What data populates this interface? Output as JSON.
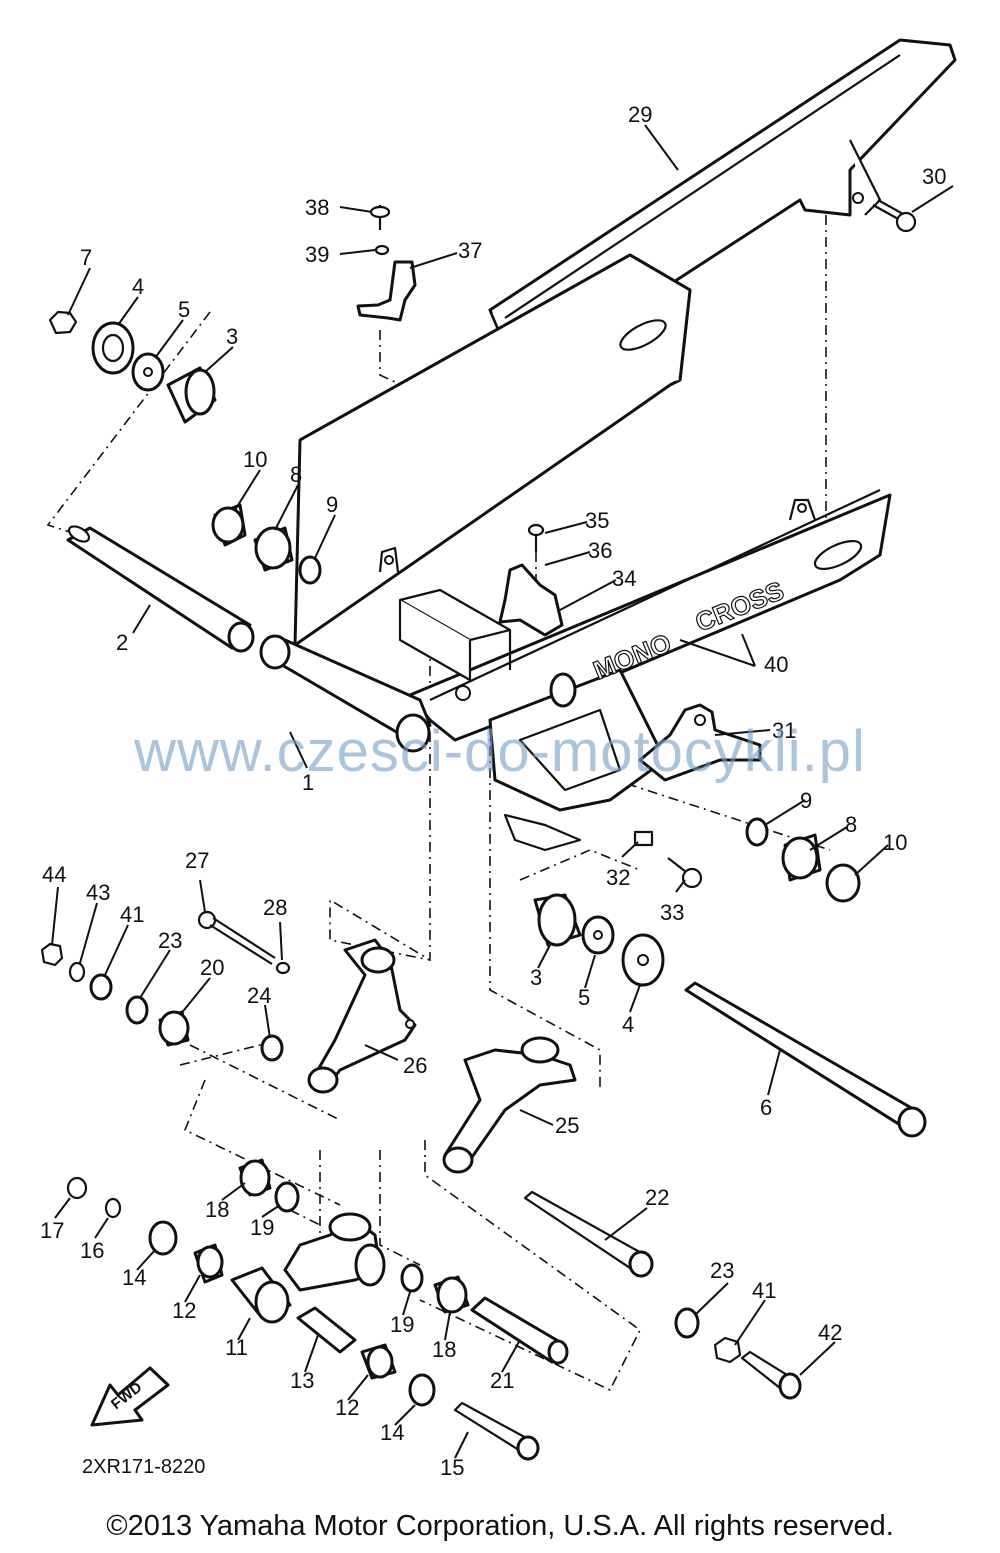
{
  "watermark": "www.czesci-do-motocykli.pl",
  "drawing_code": "2XR171-8220",
  "copyright": "©2013 Yamaha Motor Corporation, U.S.A. All rights reserved.",
  "swingarm_text": {
    "word1": "MONO",
    "word2": "CROSS"
  },
  "fwd_text": "FWD",
  "callouts": [
    {
      "id": "c29",
      "text": "29"
    },
    {
      "id": "c30",
      "text": "30"
    },
    {
      "id": "c38",
      "text": "38"
    },
    {
      "id": "c39",
      "text": "39"
    },
    {
      "id": "c37",
      "text": "37"
    },
    {
      "id": "c7",
      "text": "7"
    },
    {
      "id": "c4a",
      "text": "4"
    },
    {
      "id": "c5a",
      "text": "5"
    },
    {
      "id": "c3a",
      "text": "3"
    },
    {
      "id": "c10a",
      "text": "10"
    },
    {
      "id": "c8a",
      "text": "8"
    },
    {
      "id": "c9a",
      "text": "9"
    },
    {
      "id": "c35",
      "text": "35"
    },
    {
      "id": "c36",
      "text": "36"
    },
    {
      "id": "c34",
      "text": "34"
    },
    {
      "id": "c2",
      "text": "2"
    },
    {
      "id": "c40",
      "text": "40"
    },
    {
      "id": "c31",
      "text": "31"
    },
    {
      "id": "c1",
      "text": "1"
    },
    {
      "id": "c9b",
      "text": "9"
    },
    {
      "id": "c8b",
      "text": "8"
    },
    {
      "id": "c10b",
      "text": "10"
    },
    {
      "id": "c32",
      "text": "32"
    },
    {
      "id": "c33",
      "text": "33"
    },
    {
      "id": "c44",
      "text": "44"
    },
    {
      "id": "c43",
      "text": "43"
    },
    {
      "id": "c41a",
      "text": "41"
    },
    {
      "id": "c27",
      "text": "27"
    },
    {
      "id": "c28",
      "text": "28"
    },
    {
      "id": "c23a",
      "text": "23"
    },
    {
      "id": "c20",
      "text": "20"
    },
    {
      "id": "c24",
      "text": "24"
    },
    {
      "id": "c26",
      "text": "26"
    },
    {
      "id": "c3b",
      "text": "3"
    },
    {
      "id": "c5b",
      "text": "5"
    },
    {
      "id": "c4b",
      "text": "4"
    },
    {
      "id": "c6",
      "text": "6"
    },
    {
      "id": "c25",
      "text": "25"
    },
    {
      "id": "c17",
      "text": "17"
    },
    {
      "id": "c16",
      "text": "16"
    },
    {
      "id": "c18a",
      "text": "18"
    },
    {
      "id": "c19a",
      "text": "19"
    },
    {
      "id": "c22",
      "text": "22"
    },
    {
      "id": "c14a",
      "text": "14"
    },
    {
      "id": "c12a",
      "text": "12"
    },
    {
      "id": "c11",
      "text": "11"
    },
    {
      "id": "c19b",
      "text": "19"
    },
    {
      "id": "c18b",
      "text": "18"
    },
    {
      "id": "c23b",
      "text": "23"
    },
    {
      "id": "c41b",
      "text": "41"
    },
    {
      "id": "c42",
      "text": "42"
    },
    {
      "id": "c13",
      "text": "13"
    },
    {
      "id": "c21",
      "text": "21"
    },
    {
      "id": "c12b",
      "text": "12"
    },
    {
      "id": "c14b",
      "text": "14"
    },
    {
      "id": "c15",
      "text": "15"
    }
  ]
}
